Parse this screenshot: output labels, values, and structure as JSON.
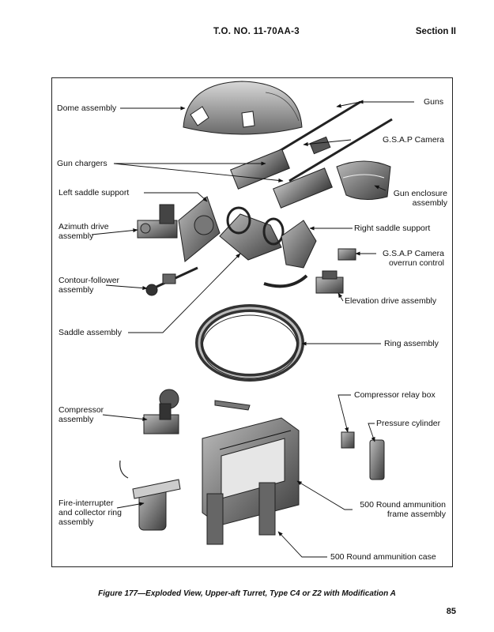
{
  "header": {
    "doc_number": "T.O. NO. 11-70AA-3",
    "section": "Section II"
  },
  "callouts": {
    "dome_assembly": "Dome assembly",
    "guns": "Guns",
    "gsap_camera": "G.S.A.P Camera",
    "gun_chargers": "Gun chargers",
    "gun_enclosure_line1": "Gun enclosure",
    "gun_enclosure_line2": "assembly",
    "left_saddle_support": "Left saddle support",
    "azimuth_drive_line1": "Azimuth drive",
    "azimuth_drive_line2": "assembly",
    "right_saddle_support": "Right saddle support",
    "gsap_overrun_line1": "G.S.A.P Camera",
    "gsap_overrun_line2": "overrun control",
    "contour_follower_line1": "Contour-follower",
    "contour_follower_line2": "assembly",
    "elevation_drive": "Elevation drive assembly",
    "saddle_assembly": "Saddle assembly",
    "ring_assembly": "Ring assembly",
    "compressor_relay_box": "Compressor relay box",
    "compressor_line1": "Compressor",
    "compressor_line2": "assembly",
    "pressure_cylinder": "Pressure cylinder",
    "fire_interrupter_line1": "Fire-interrupter",
    "fire_interrupter_line2": "and collector ring",
    "fire_interrupter_line3": "assembly",
    "frame_line1": "500 Round ammunition",
    "frame_line2": "frame assembly",
    "ammo_case": "500 Round ammunition case"
  },
  "caption": "Figure 177—Exploded View, Upper-aft Turret, Type C4 or Z2 with Modification A",
  "page_number": "85"
}
